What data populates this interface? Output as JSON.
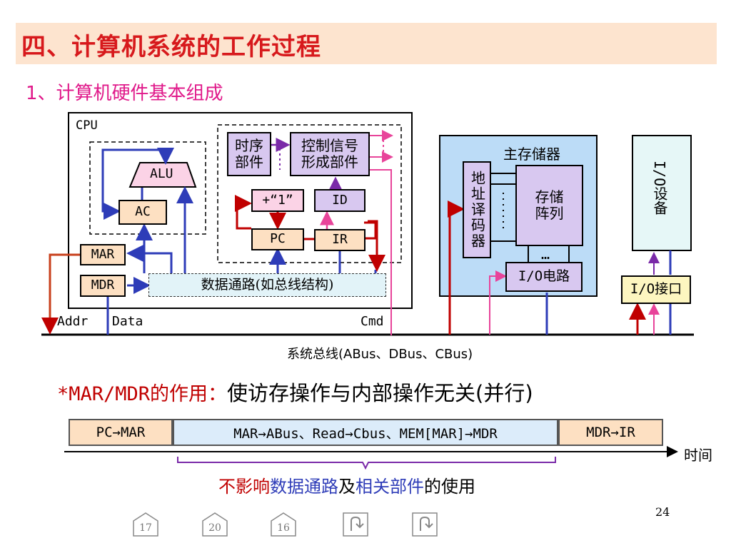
{
  "title": "四、计算机系统的工作过程",
  "subtitle": "1、计算机硬件基本组成",
  "diagram": {
    "cpu_label": "CPU",
    "alu": "ALU",
    "ac": "AC",
    "timing_l1": "时序",
    "timing_l2": "部件",
    "ctrl_l1": "控制信号",
    "ctrl_l2": "形成部件",
    "plus_one": "+“1”",
    "id": "ID",
    "pc": "PC",
    "ir": "IR",
    "mar": "MAR",
    "mdr": "MDR",
    "datapath": "数据通路(如总线结构)",
    "addr": "Addr",
    "data": "Data",
    "cmd": "Cmd",
    "main_memory": "主存储器",
    "addr_decoder": "地址译码器",
    "storage_l1": "存储",
    "storage_l2": "阵列",
    "io_circuit": "I/O电路",
    "ellipsis": "…",
    "io_device": "I/O设备",
    "io_interface": "I/O接口",
    "system_bus": "系统总线(ABus、DBus、CBus)"
  },
  "note": {
    "prefix": "*MAR/MDR的作用：",
    "text": "使访存操作与内部操作无关(并行)"
  },
  "timeline": {
    "seg1": "PC→MAR",
    "seg2": "MAR→ABus、Read→Cbus、MEM[MAR]→MDR",
    "seg3": "MDR→IR",
    "axis_label": "时间",
    "brace_red": "不影响",
    "brace_blue1": "数据通路",
    "brace_mid": "及",
    "brace_blue2": "相关部件",
    "brace_end": "的使用"
  },
  "page_number": "24",
  "nav": [
    "17",
    "20",
    "16"
  ],
  "colors": {
    "title": "#d7191c",
    "subtitle": "#e0198a",
    "title_bg": "#fde4cf",
    "blue_line": "#2e3cb8",
    "red_line": "#c00000",
    "pink_line": "#e8449a",
    "memory_bg": "#bcdcf7",
    "orange_box": "#fde0c2",
    "purple_box": "#d8c8f0",
    "pink_box": "#fbd3e6"
  }
}
